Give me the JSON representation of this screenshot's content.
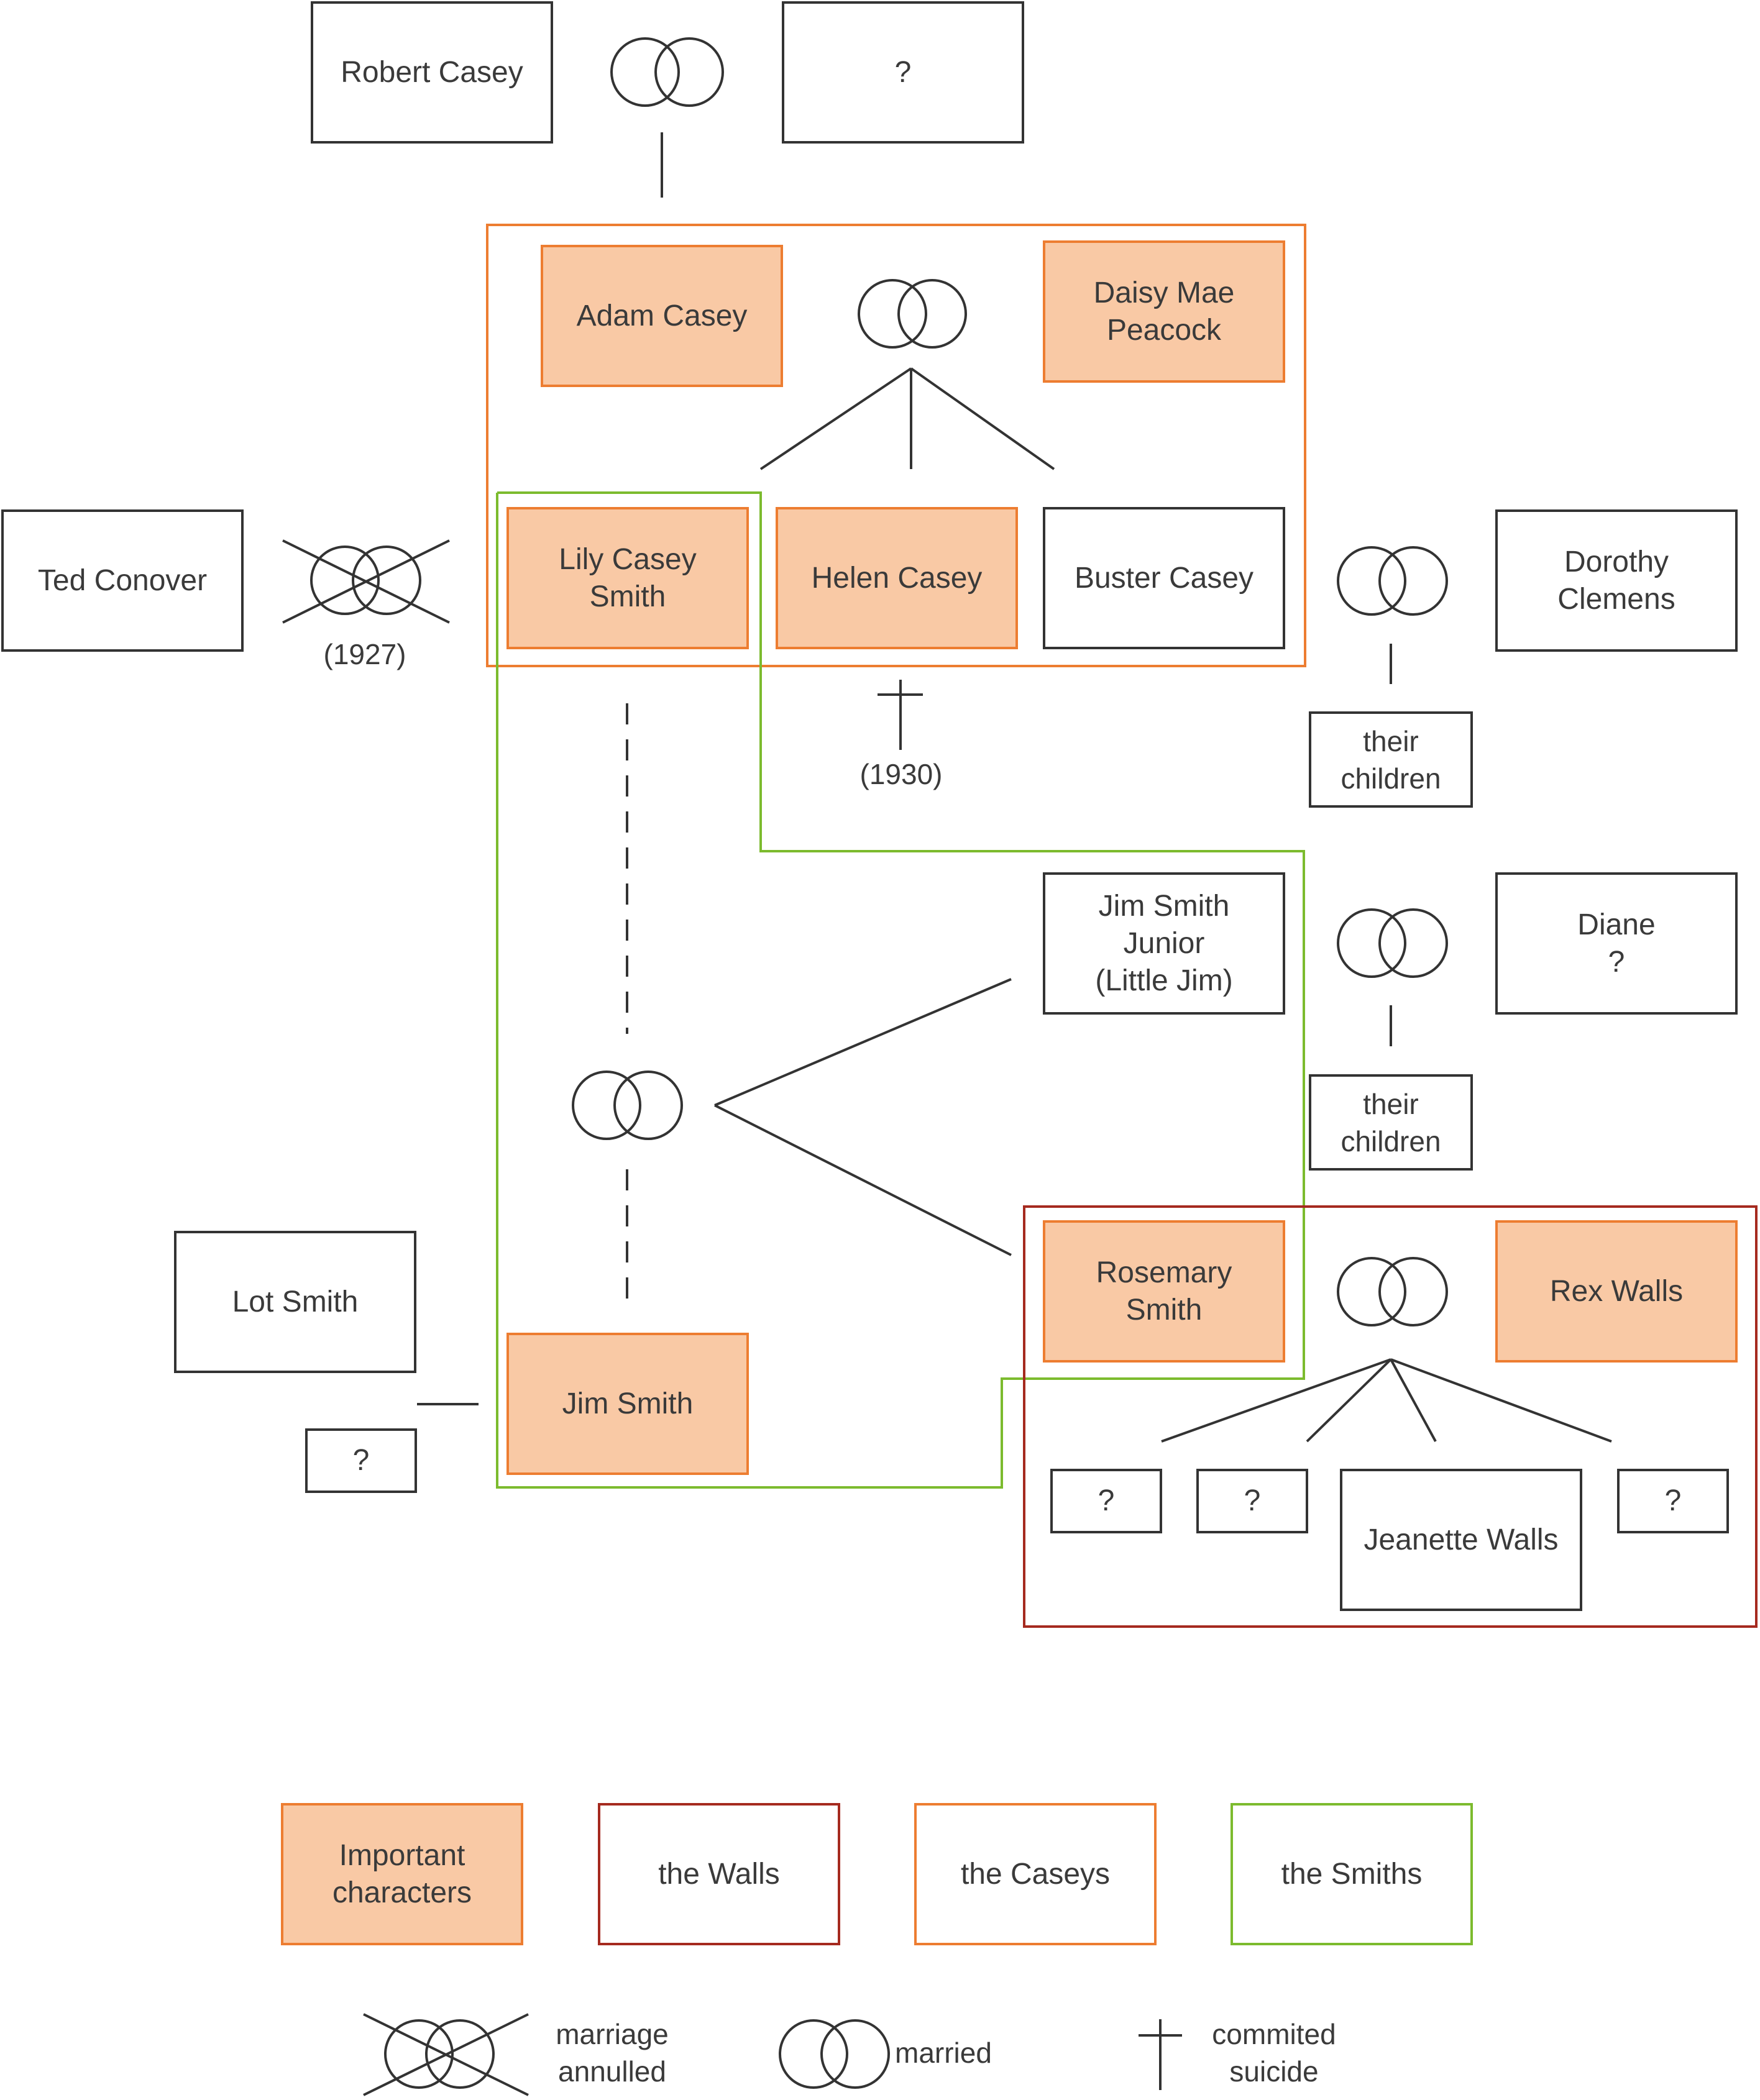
{
  "people": {
    "robert_casey": "Robert Casey",
    "unknown_wife": "?",
    "adam_casey": "Adam Casey",
    "daisy_mae": "Daisy Mae\nPeacock",
    "ted_conover": "Ted Conover",
    "lily_casey": "Lily Casey\nSmith",
    "helen_casey": "Helen Casey",
    "buster_casey": "Buster Casey",
    "dorothy_clemens": "Dorothy\nClemens",
    "their_children_1": "their\nchildren",
    "jim_junior": "Jim Smith\nJunior\n(Little Jim)",
    "diane": "Diane\n?",
    "their_children_2": "their\nchildren",
    "lot_smith": "Lot Smith",
    "lot_child": "?",
    "jim_smith": "Jim Smith",
    "rosemary_smith": "Rosemary\nSmith",
    "rex_walls": "Rex Walls",
    "child_1": "?",
    "child_2": "?",
    "jeanette_walls": "Jeanette Walls",
    "child_4": "?"
  },
  "annotations": {
    "annulled_year": "(1927)",
    "suicide_year": "(1930)"
  },
  "legend": {
    "important": "Important\ncharacters",
    "walls": "the Walls",
    "caseys": "the Caseys",
    "smiths": "the Smiths",
    "annulled": "marriage\nannulled",
    "married": "married",
    "suicide": "commited\nsuicide"
  },
  "colors": {
    "important_fill": "#f9c9a5",
    "important_border": "#ed7d31",
    "walls": "#a52a1f",
    "caseys": "#ed7d31",
    "smiths": "#7cbb2e",
    "line": "#333333"
  }
}
